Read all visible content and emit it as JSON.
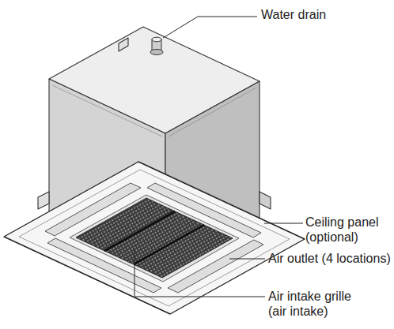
{
  "diagram": {
    "labels": [
      "Water drain",
      "Ceiling panel (optional)",
      "Air outlet (4 locations)",
      "Air intake grille (air intake)"
    ]
  }
}
